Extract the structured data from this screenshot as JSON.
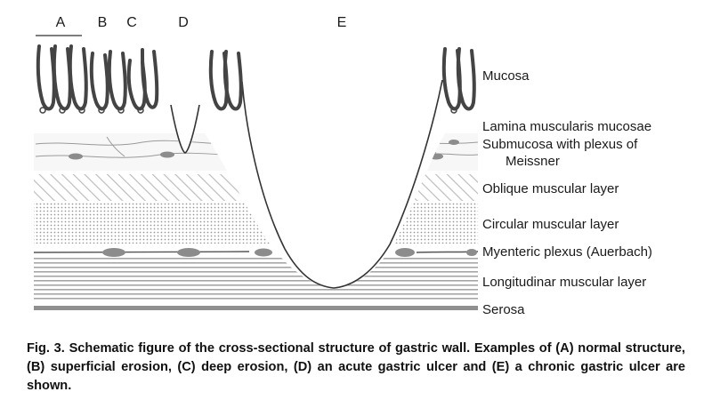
{
  "figure": {
    "letters": [
      "A",
      "B",
      "C",
      "D",
      "E"
    ],
    "layers": [
      "Mucosa",
      "Lamina muscularis mucosae",
      "Submucosa with plexus of",
      "Meissner",
      "Oblique muscular layer",
      "Circular  muscular layer",
      "Myenteric plexus (Auerbach)",
      "Longitudinar  muscular layer",
      "Serosa"
    ],
    "colors": {
      "line": "#333333",
      "lamina": "#d9d9d9",
      "plexus_node": "#8c8c8c",
      "hatch": "#bdbdbd",
      "dots": "#9a9a9a",
      "stripes": "#a6a6a6",
      "serosa": "#8f8f8f"
    }
  },
  "caption": "Fig. 3. Schematic figure of the cross-sectional structure of gastric wall. Examples of (A) normal structure, (B) superficial erosion, (C) deep erosion, (D) an acute gastric ulcer and (E) a chronic gastric ulcer are shown."
}
